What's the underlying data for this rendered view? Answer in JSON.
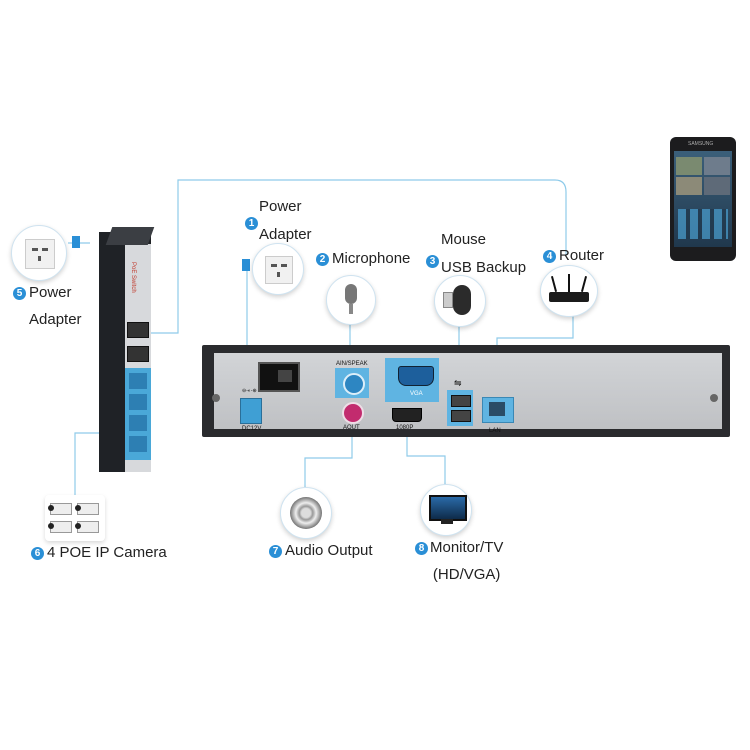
{
  "labels": {
    "power_adapter_nvr": "Power\nAdapter",
    "microphone": "Microphone",
    "usb_backup": "Mouse\nUSB Backup",
    "router": "Router",
    "power_adapter_switch": "Power\nAdapter",
    "poe_camera": "4 POE IP Camera",
    "audio_output": "Audio Output",
    "monitor": "Monitor/TV\n(HD/VGA)"
  },
  "numbers": {
    "power_adapter_nvr": "1",
    "microphone": "2",
    "usb_backup": "3",
    "router": "4",
    "power_adapter_switch": "5",
    "poe_camera": "6",
    "audio_output": "7",
    "monitor": "8"
  },
  "nvr_ports": {
    "ain_speak": "AIN/SPEAK",
    "aout": "AOUT",
    "vga": "VGA",
    "hdmi": "1080P",
    "lan": "LAN",
    "dc": "DC12V"
  },
  "switch": {
    "title": "PoE Switch"
  },
  "phone": {
    "brand": "SAMSUNG"
  },
  "colors": {
    "line": "#7cc3e8",
    "accent": "#2a8fd6",
    "port_blue": "#4aa8d8",
    "panel": "#c9cbce"
  }
}
